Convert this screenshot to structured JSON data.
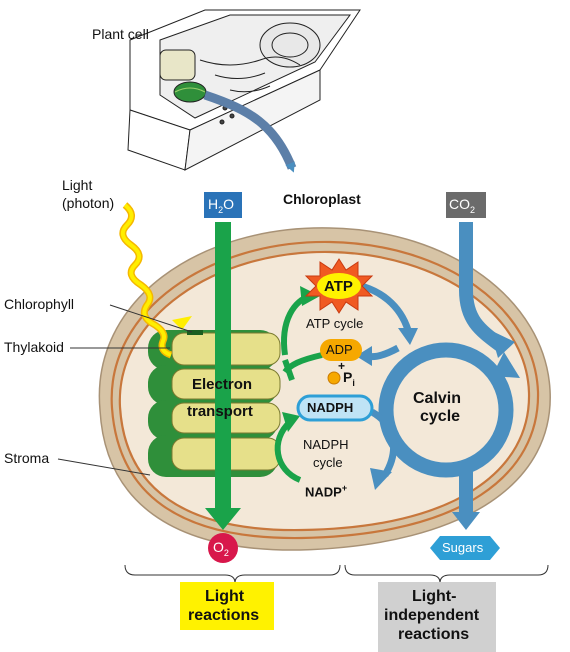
{
  "labels": {
    "plant_cell": "Plant cell",
    "chloroplast": "Chloroplast",
    "light": "Light",
    "photon": "(photon)",
    "chlorophyll": "Chlorophyll",
    "thylakoid": "Thylakoid",
    "stroma": "Stroma",
    "h2o": "H",
    "h2o_sub": "2",
    "h2o_end": "O",
    "co2": "CO",
    "co2_sub": "2",
    "atp": "ATP",
    "atp_cycle": "ATP cycle",
    "adp": "ADP",
    "plus": "+",
    "pi": "P",
    "pi_sub": "i",
    "nadph": "NADPH",
    "nadph_cycle_1": "NADPH",
    "nadph_cycle_2": "cycle",
    "nadp": "NADP",
    "nadp_sup": "+",
    "electron": "Electron",
    "transport": "transport",
    "calvin_1": "Calvin",
    "calvin_2": "cycle",
    "o2": "O",
    "o2_sub": "2",
    "sugars": "Sugars",
    "light_reactions_1": "Light",
    "light_reactions_2": "reactions",
    "light_independent_1": "Light-",
    "light_independent_2": "independent",
    "light_independent_3": "reactions"
  },
  "colors": {
    "green_arrow": "#1aa34a",
    "blue_arrow": "#4a8fc0",
    "chloroplast_outer": "#d7c4a6",
    "stroma": "#f3e8d8",
    "membrane_orange": "#c8773c",
    "thylakoid_green": "#2f8f3a",
    "thylakoid_yellow": "#e6e08a",
    "light_yellow": "#ffee00",
    "o2_red": "#d8174b",
    "sugars_blue": "#2e9fd6",
    "h2o_co2_box": "#2a73b8",
    "co2_box": "#6b6b6b",
    "light_reactions_bg": "#fff200",
    "light_independent_bg": "#d0d0d0",
    "atp_star": "#f05a22",
    "adp_orange": "#f6a800"
  }
}
